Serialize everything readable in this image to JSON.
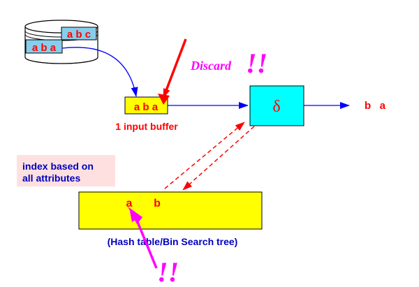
{
  "disk": {
    "record_top": "a b c",
    "record_bottom": "a b a"
  },
  "input_buffer": {
    "content": "a b a",
    "label": "1 input buffer"
  },
  "discard": {
    "label": "Discard",
    "marks": "!!"
  },
  "operator": {
    "symbol": "δ"
  },
  "output": {
    "tuple": "b   a"
  },
  "index_note": {
    "line1": "index based on",
    "line2": "all attributes"
  },
  "hash_table": {
    "content_a": "a",
    "content_b": "b",
    "label": "(Hash table/Bin Search tree)",
    "marks": "!!"
  },
  "colors": {
    "buffer_fill": "#ffff00",
    "operator_fill": "#00ffff",
    "record_fill": "#87ceeb",
    "note_fill": "#ffe0e0",
    "red": "#ff0000",
    "blue": "#0000ff",
    "magenta": "#ff00ff",
    "navy": "#0000c0"
  }
}
